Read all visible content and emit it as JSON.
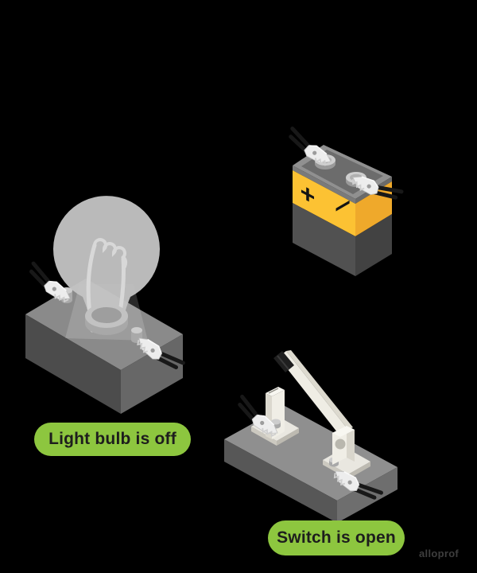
{
  "scene": {
    "background_color": "#000000",
    "watermark_text": "alloprof"
  },
  "style": {
    "accent_green": "#8DC63F",
    "caption_text_color": "#1D1D1D",
    "battery_yellow": "#FCC233",
    "wire_color": "#181818"
  },
  "captions": {
    "bulb": "Light bulb is off",
    "switch": "Switch is open"
  },
  "battery": {
    "positive_symbol": "+",
    "negative_symbol": "−"
  }
}
